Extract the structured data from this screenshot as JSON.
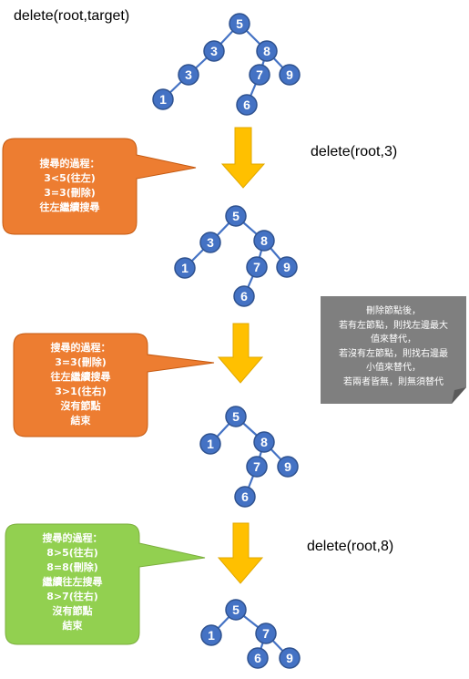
{
  "labels": {
    "main_title": "delete(root,target)",
    "step1_title": "delete(root,3)",
    "step2_title": "delete(root,8)"
  },
  "callouts": {
    "c1": [
      "搜尋的過程：",
      "3<5(往左)",
      "3=3(刪除)",
      "往左繼續搜尋"
    ],
    "c2": [
      "搜尋的過程：",
      "3=3(刪除)",
      "往左繼續搜尋",
      "3>1(往右)",
      "沒有節點",
      "結束"
    ],
    "c3": [
      "搜尋的過程：",
      "8>5(往右)",
      "8=8(刪除)",
      "繼續往左搜尋",
      "8>7(往右)",
      "沒有節點",
      "結束"
    ]
  },
  "note": [
    "刪除節點後，",
    "若有左節點，則找左邊最大",
    "值來替代，",
    "若沒有左節點，則找右邊最",
    "小值來替代，",
    "若兩者皆無，則無須替代"
  ],
  "trees": {
    "t0": [
      "5",
      "3",
      "8",
      "3",
      "7",
      "9",
      "1",
      "6"
    ],
    "t1": [
      "5",
      "3",
      "8",
      "1",
      "7",
      "9",
      "6"
    ],
    "t2": [
      "5",
      "1",
      "8",
      "7",
      "9",
      "6"
    ],
    "t3": [
      "5",
      "1",
      "7",
      "6",
      "9"
    ]
  },
  "colors": {
    "node_fill": "#4472C4",
    "node_stroke": "#2F528F",
    "orange": "#ED7D31",
    "green": "#92D050",
    "arrow": "#FFC000",
    "note": "#7F7F7F"
  }
}
